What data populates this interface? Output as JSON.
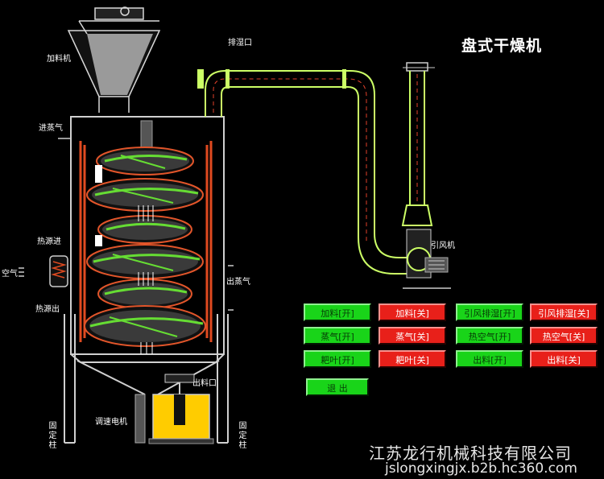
{
  "title": "盘式干燥机",
  "labels": {
    "feed": "加料机",
    "exhaust_port": "排湿口",
    "steam_in": "进蒸气",
    "heat_in": "热源进",
    "air": "空气",
    "heat_out": "热源出",
    "steam_out": "出蒸气",
    "fan": "引风机",
    "discharge_port": "出料口",
    "motor": "调速电机",
    "fixed_col_left": "固定柱",
    "fixed_col_right": "固定柱"
  },
  "buttons": {
    "feed_on": "加料[开]",
    "feed_off": "加料[关]",
    "fan_on": "引风排湿[开]",
    "fan_off": "引风排湿[关]",
    "steam_on": "蒸气[开]",
    "steam_off": "蒸气[关]",
    "hotair_on": "热空气[开]",
    "hotair_off": "热空气[关]",
    "rake_on": "耙叶[开]",
    "rake_off": "耙叶[关]",
    "discharge_on": "出料[开]",
    "discharge_off": "出料[关]",
    "exit": "退 出"
  },
  "watermark": {
    "company": "江苏龙行机械科技有限公司",
    "url": "jslongxingjx.b2b.hc360.com"
  },
  "colors": {
    "on": "#19d419",
    "off": "#e8201a",
    "frame": "#cccccc",
    "heater": "#d03a1a",
    "duct": "#ccff66",
    "discharge": "#ffcc00"
  }
}
